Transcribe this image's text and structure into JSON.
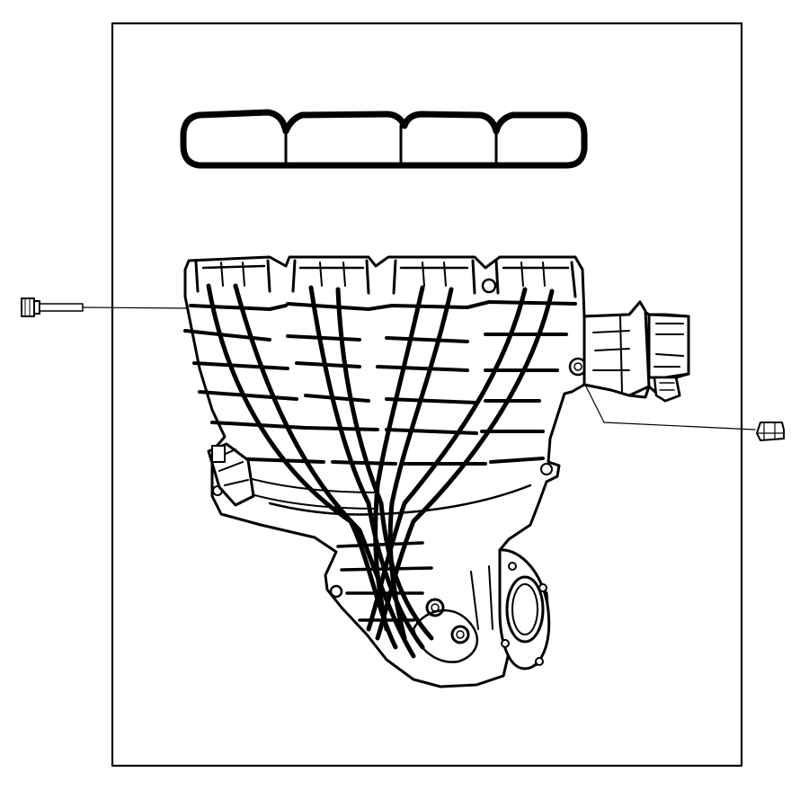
{
  "diagram": {
    "type": "parts-exploded-view",
    "subject": "intake-manifold",
    "colors": {
      "ink": "#000000",
      "background": "#ffffff"
    },
    "parts": [
      {
        "id": "gasket",
        "name": "intake-manifold-gasket"
      },
      {
        "id": "manifold",
        "name": "intake-manifold"
      },
      {
        "id": "bolt",
        "name": "manifold-bolt"
      },
      {
        "id": "nut",
        "name": "manifold-nut"
      },
      {
        "id": "sensor",
        "name": "electrical-connector"
      },
      {
        "id": "throttle",
        "name": "throttle-body-flange"
      }
    ]
  }
}
